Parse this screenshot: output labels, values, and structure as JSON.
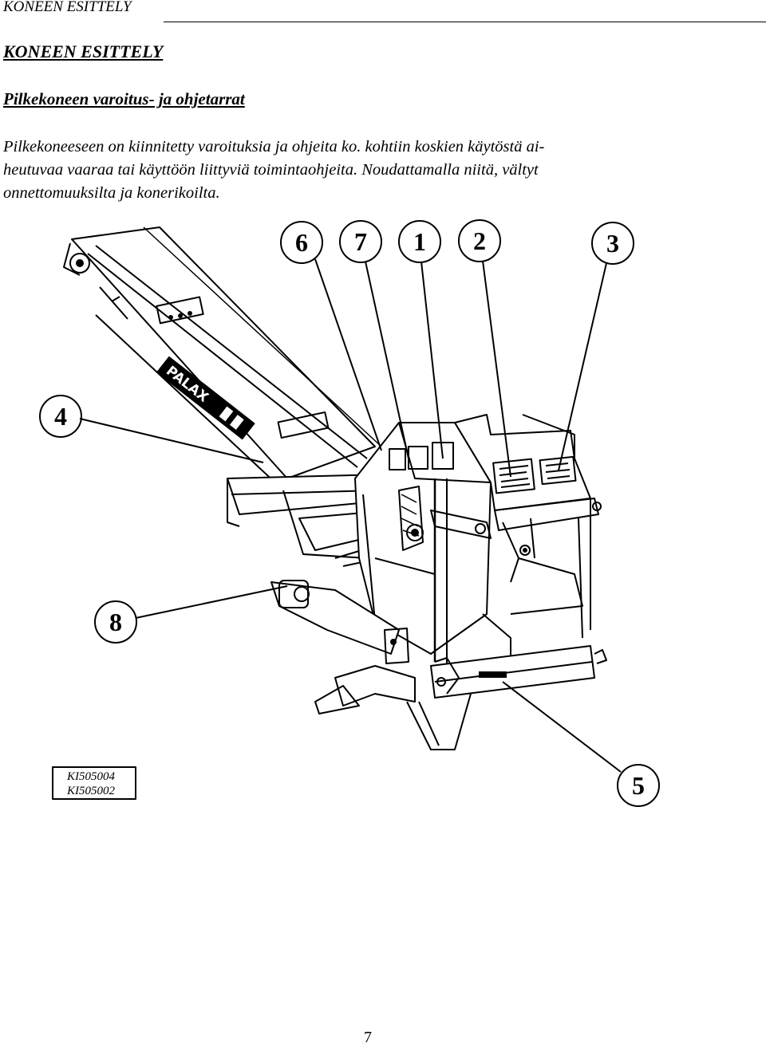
{
  "header": {
    "running_title": "KONEEN ESITTELY"
  },
  "section": {
    "title": "KONEEN ESITTELY",
    "subtitle": "Pilkekoneen varoitus- ja ohjetarrat"
  },
  "body": {
    "lines": [
      "Pilkekoneeseen on kiinnitetty varoituksia ja ohjeita ko. kohtiin koskien käytöstä ai-",
      "heutuvaa vaaraa tai käyttöön liittyviä toimintaohjeita. Noudattamalla niitä, vältyt",
      "onnettomuuksilta ja konerikoilta."
    ]
  },
  "figure": {
    "callouts": [
      "6",
      "7",
      "1",
      "2",
      "3",
      "4",
      "8",
      "5"
    ],
    "codes": [
      "KI505004",
      "KI505002"
    ],
    "brand_decal": "PALAX"
  },
  "footer": {
    "page_number": "7"
  }
}
